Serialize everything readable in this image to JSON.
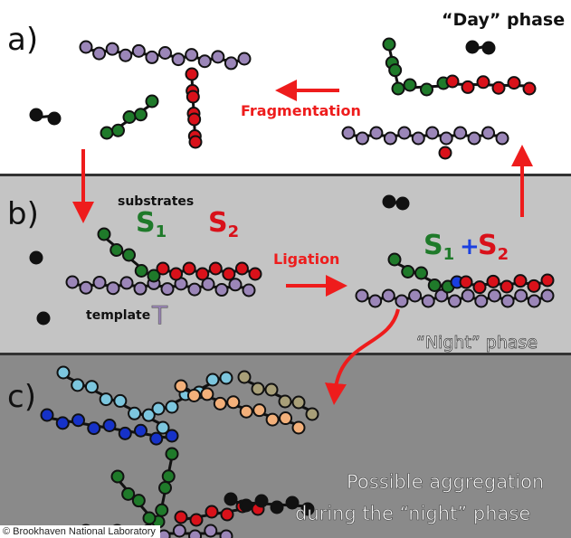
{
  "panels": {
    "a": {
      "label": "a)",
      "phase": "“Day” phase",
      "arrow_label": "Fragmentation"
    },
    "b": {
      "label": "b)",
      "substrates": "substrates",
      "s1": "S",
      "s1_sub": "1",
      "s2": "S",
      "s2_sub": "2",
      "plus": "+",
      "template": "template",
      "template_symbol": "T",
      "arrow_label": "Ligation",
      "phase": "“Night” phase"
    },
    "c": {
      "label": "c)",
      "caption_line1": "Possible aggregation",
      "caption_line2": "during the “night” phase"
    }
  },
  "credit": "© Brookhaven National Laboratory",
  "colors": {
    "panel_a_bg": "#ffffff",
    "panel_b_bg": "#c4c4c4",
    "panel_c_bg": "#8a8a8a",
    "arrow": "#ee1c1c",
    "template": "#9b86b8",
    "s1": "#1f7a2a",
    "s2": "#d9111a",
    "bond": "#1a3fe0",
    "light_blue": "#7cc6de",
    "dark_blue": "#1632c8",
    "orange": "#f3b07a",
    "khaki": "#a89f78",
    "black": "#111111"
  }
}
